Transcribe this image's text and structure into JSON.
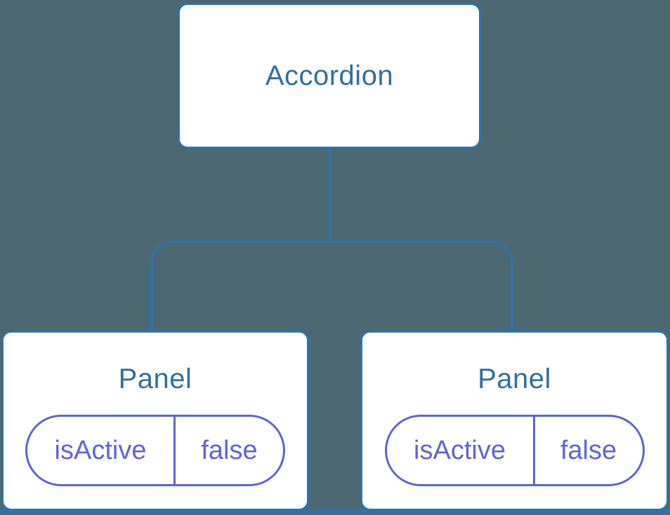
{
  "diagram": {
    "type": "component-tree",
    "colors": {
      "background": "#4C6872",
      "line": "#2E73A8",
      "node_fill": "#FFFFFF",
      "node_label": "#2F709F",
      "state": "#5F63D8"
    },
    "root": {
      "label": "Accordion"
    },
    "children": [
      {
        "label": "Panel",
        "state": {
          "key": "isActive",
          "value": "false"
        }
      },
      {
        "label": "Panel",
        "state": {
          "key": "isActive",
          "value": "false"
        }
      }
    ]
  }
}
